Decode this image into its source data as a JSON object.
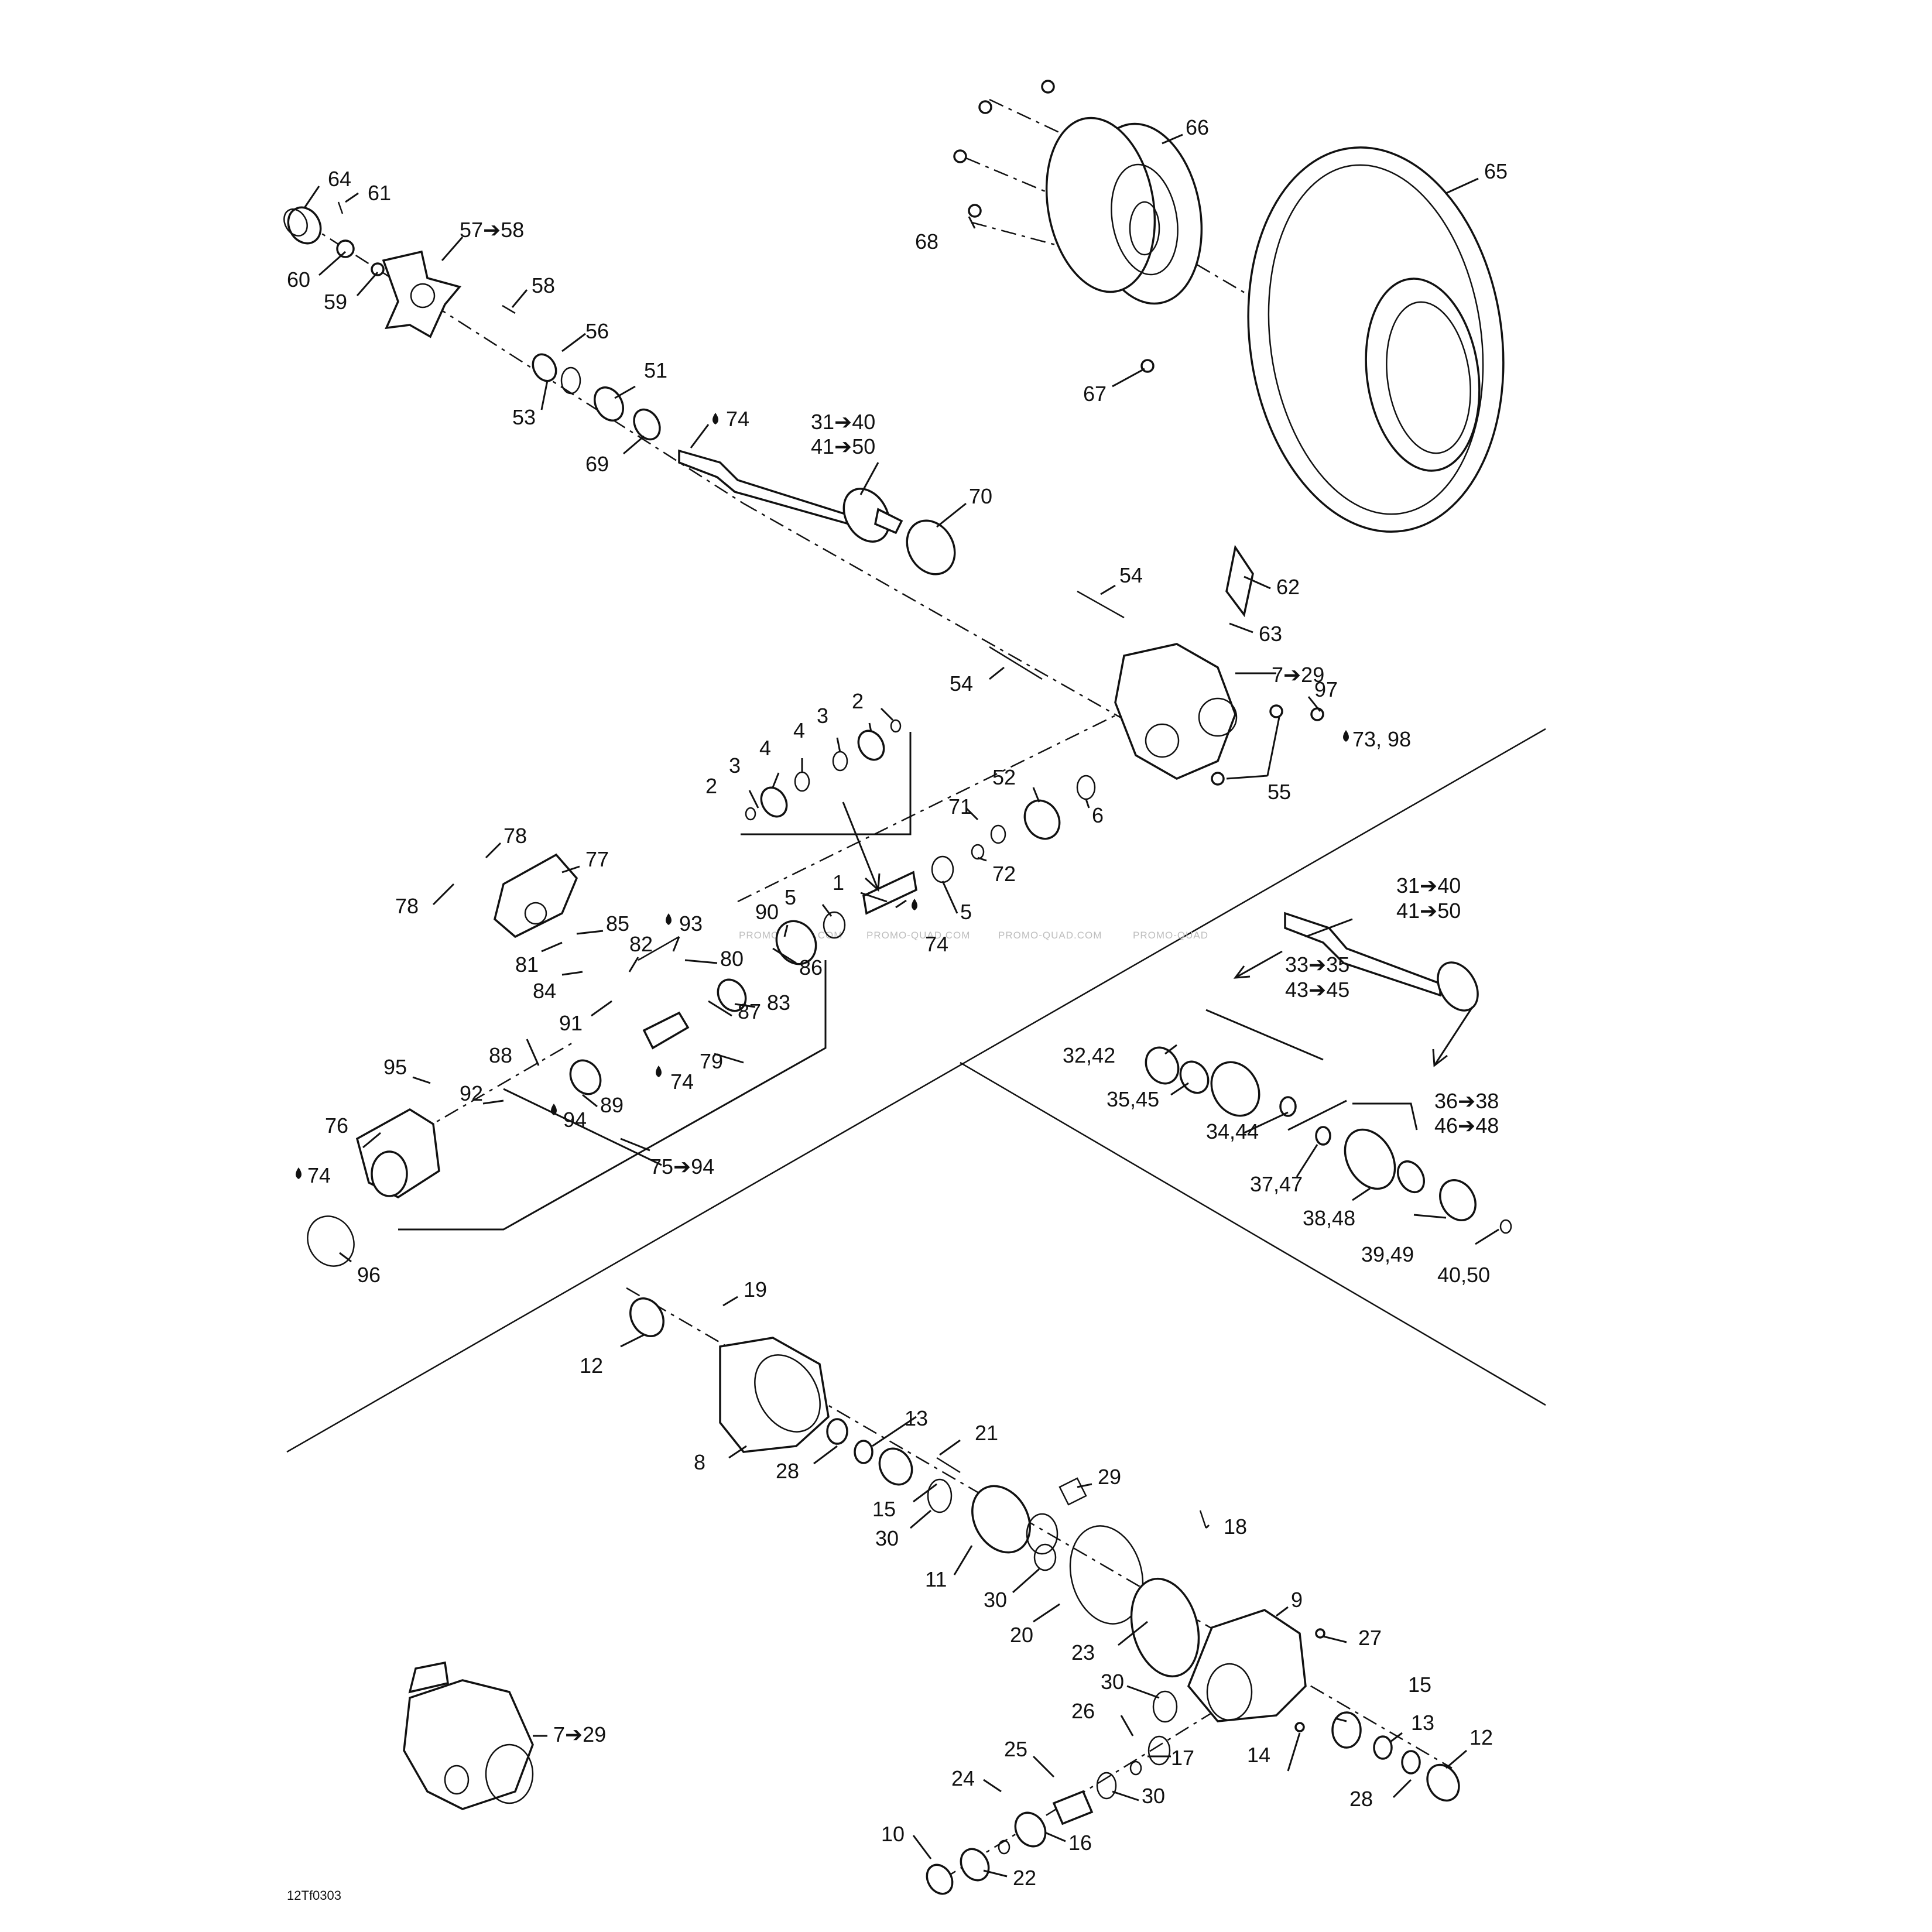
{
  "figure_code": "12Tf0303",
  "watermarks": [
    "PROMO-QUAD.COM",
    "PROMO-QUAD.COM",
    "PROMO-QUAD.COM",
    "PROMO-QUAD"
  ],
  "callouts": {
    "c64": "64",
    "c61": "61",
    "c60": "60",
    "c59": "59",
    "c57_58": "57➔58",
    "c58": "58",
    "c56": "56",
    "c53": "53",
    "c51": "51",
    "c69": "69",
    "c74a": "74",
    "c31_40a": "31➔40",
    "c41_50a": "41➔50",
    "c70": "70",
    "c66": "66",
    "c65": "65",
    "c68": "68",
    "c67": "67",
    "c54a": "54",
    "c62": "62",
    "c63": "63",
    "c54b": "54",
    "c7_29a": "7➔29",
    "c97": "97",
    "c73_98": "73, 98",
    "c55": "55",
    "c2a": "2",
    "c3a": "3",
    "c4a": "4",
    "c4b": "4",
    "c3b": "3",
    "c2b": "2",
    "c52": "52",
    "c6": "6",
    "c71": "71",
    "c72": "72",
    "c1": "1",
    "c5a": "5",
    "c5b": "5",
    "c74b": "74",
    "c78a": "78",
    "c77": "77",
    "c78b": "78",
    "c85": "85",
    "c93": "93",
    "c90": "90",
    "c82": "82",
    "c80": "80",
    "c81": "81",
    "c84": "84",
    "c91": "91",
    "c86": "86",
    "c87": "87",
    "c83": "83",
    "c79": "79",
    "c74c": "74",
    "c88": "88",
    "c95": "95",
    "c92": "92",
    "c89": "89",
    "c94": "94",
    "c76": "76",
    "c74d": "74",
    "c75_94": "75➔94",
    "c96": "96",
    "c31_40b": "31➔40",
    "c41_50b": "41➔50",
    "c33_35": "33➔35",
    "c43_45": "43➔45",
    "c32_42": "32,42",
    "c35_45": "35,45",
    "c34_44": "34,44",
    "c36_38": "36➔38",
    "c46_48": "46➔48",
    "c37_47": "37,47",
    "c38_48": "38,48",
    "c39_49": "39,49",
    "c40_50": "40,50",
    "c19": "19",
    "c12a": "12",
    "c13a": "13",
    "c8": "8",
    "c28a": "28",
    "c21": "21",
    "c15a": "15",
    "c29": "29",
    "c30a": "30",
    "c18": "18",
    "c11": "11",
    "c30b": "30",
    "c9": "9",
    "c20": "20",
    "c23": "23",
    "c27": "27",
    "c30c": "30",
    "c15b": "15",
    "c26": "26",
    "c13b": "13",
    "c17": "17",
    "c14": "14",
    "c25": "25",
    "c12b": "12",
    "c30d": "30",
    "c24": "24",
    "c28b": "28",
    "c10": "10",
    "c16": "16",
    "c22": "22",
    "c7_29b": "7➔29"
  }
}
